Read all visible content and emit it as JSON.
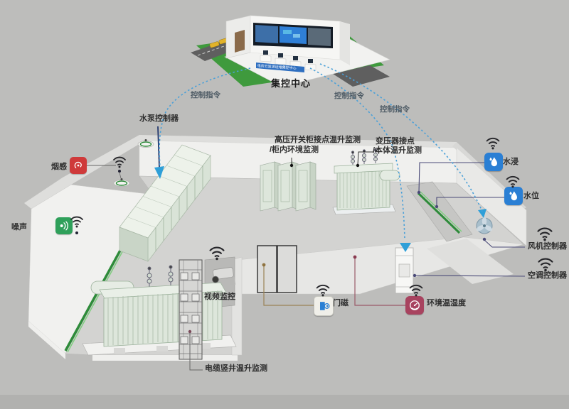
{
  "control_center": {
    "label": "集控中心",
    "banner": "电房云监测运维集控中心"
  },
  "commands": {
    "left": "控制指令",
    "middle": "控制指令",
    "right": "控制指令"
  },
  "labels": {
    "water_pump_controller": "水泵控制器",
    "smoke_sensor": "烟感",
    "noise_sensor": "噪声",
    "hv_switchgear_line1": "高压开关柜接点温升监测",
    "hv_switchgear_line2": "/柜内环境监测",
    "transformer_line1": "变压器接点",
    "transformer_line2": "/本体温升监测",
    "water_immersion": "水浸",
    "water_level": "水位",
    "fan_controller": "风机控制器",
    "ac_controller": "空调控制器",
    "video_monitoring": "视频监控",
    "door_magnet": "门磁",
    "env_temp_humidity": "环境温湿度",
    "cable_shaft": "电缆竖井温升监测"
  },
  "colors": {
    "smoke_icon": "#cf3a3a",
    "noise_icon": "#2fa05a",
    "water_icon": "#2a7fd4",
    "env_icon": "#a8435f",
    "dashed_command_line": "#4aa0d8",
    "leader_navy": "#4a4a78",
    "leader_maroon": "#9a5a68",
    "leader_brown": "#9a8255",
    "cable_tray_green": "#2e8b3a"
  }
}
